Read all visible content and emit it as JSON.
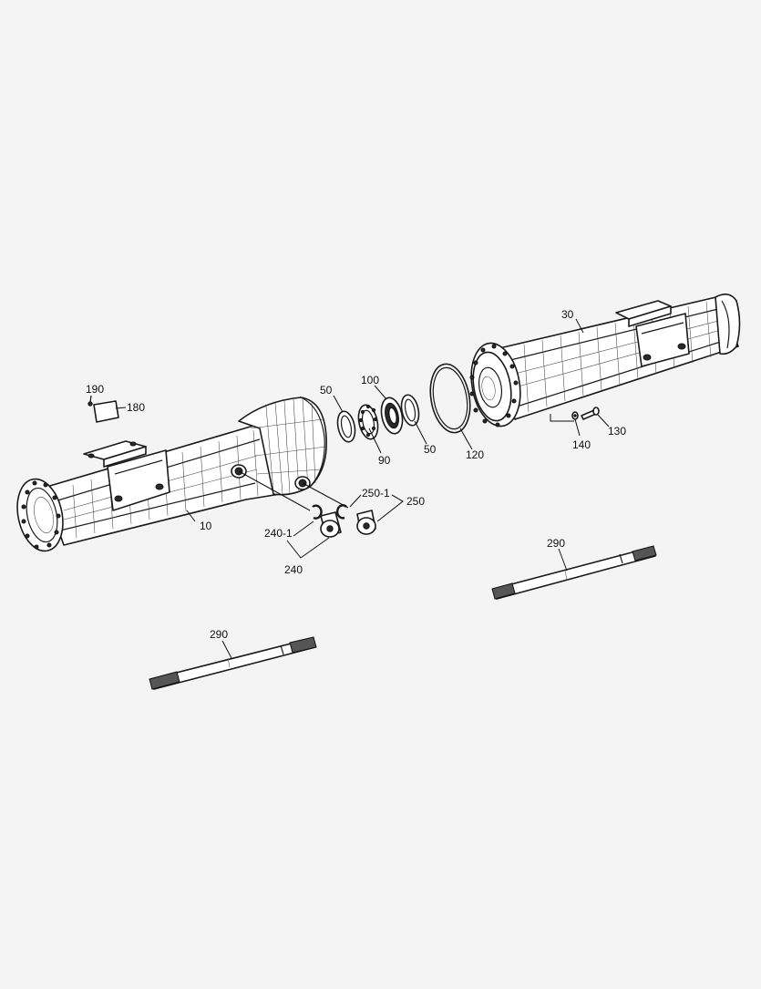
{
  "diagram": {
    "type": "exploded-parts-diagram",
    "callouts": {
      "c10": "10",
      "c30": "30",
      "c50a": "50",
      "c50b": "50",
      "c90": "90",
      "c100": "100",
      "c120": "120",
      "c130": "130",
      "c140": "140",
      "c180": "180",
      "c190": "190",
      "c240": "240",
      "c240_1": "240-1",
      "c250": "250",
      "c250_1": "250-1",
      "c290a": "290",
      "c290b": "290"
    }
  }
}
